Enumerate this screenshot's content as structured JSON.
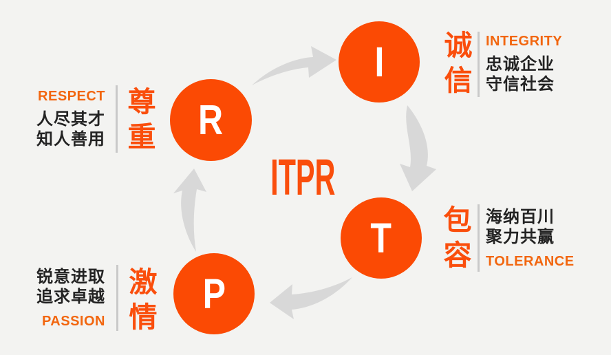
{
  "palette": {
    "bg": "#f3f3f1",
    "circle-orange": "#fb4a04",
    "cn-orange": "#fa4e0c",
    "heading-orange": "#f2660f",
    "text-black": "#232323",
    "arrow-gray": "#d8d8d8",
    "divider-gray": "#c9c9c9"
  },
  "center": {
    "title": "ITPR"
  },
  "nodes": [
    {
      "id": "integrity",
      "letter": "I",
      "cn": "诚信",
      "heading": "INTEGRITY",
      "lines": [
        "忠诚企业",
        "守信社会"
      ]
    },
    {
      "id": "tolerance",
      "letter": "T",
      "cn": "包容",
      "heading": "TOLERANCE",
      "lines": [
        "海纳百川",
        "聚力共赢"
      ]
    },
    {
      "id": "passion",
      "letter": "P",
      "cn": "激情",
      "heading": "PASSION",
      "lines": [
        "锐意进取",
        "追求卓越"
      ]
    },
    {
      "id": "respect",
      "letter": "R",
      "cn": "尊重",
      "heading": "RESPECT",
      "lines": [
        "人尽其才",
        "知人善用"
      ]
    }
  ],
  "arrows": [
    {
      "name": "arrow-respect-to-integrity",
      "direction": "right-up"
    },
    {
      "name": "arrow-integrity-to-tolerance",
      "direction": "down"
    },
    {
      "name": "arrow-tolerance-to-passion",
      "direction": "left"
    },
    {
      "name": "arrow-passion-to-respect",
      "direction": "up"
    }
  ]
}
